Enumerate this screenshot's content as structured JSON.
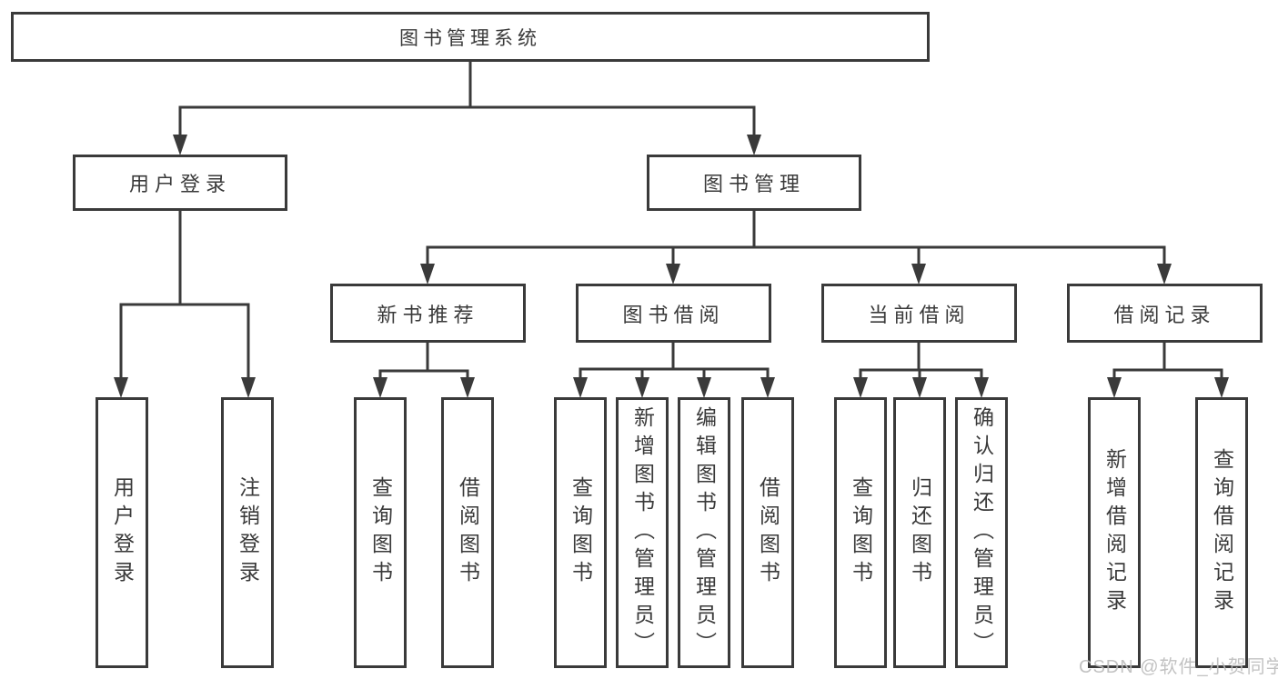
{
  "diagram": {
    "watermark": "CSDN @软件_小贺同学",
    "colors": {
      "line": "#3a3a3a",
      "text": "#3a3a3a",
      "background": "#ffffff",
      "watermark": "#bcbcbc"
    },
    "tree": {
      "root": {
        "label": "图书管理系统",
        "children": [
          {
            "label": "用户登录",
            "children": [
              {
                "label": "用户登录"
              },
              {
                "label": "注销登录"
              }
            ]
          },
          {
            "label": "图书管理",
            "children": [
              {
                "label": "新书推荐",
                "children": [
                  {
                    "label": "查询图书"
                  },
                  {
                    "label": "借阅图书"
                  }
                ]
              },
              {
                "label": "图书借阅",
                "children": [
                  {
                    "label": "查询图书"
                  },
                  {
                    "label": "新增图书（管理员）"
                  },
                  {
                    "label": "编辑图书（管理员）"
                  },
                  {
                    "label": "借阅图书"
                  }
                ]
              },
              {
                "label": "当前借阅",
                "children": [
                  {
                    "label": "查询图书"
                  },
                  {
                    "label": "归还图书"
                  },
                  {
                    "label": "确认归还（管理员）"
                  }
                ]
              },
              {
                "label": "借阅记录",
                "children": [
                  {
                    "label": "新增借阅记录"
                  },
                  {
                    "label": "查询借阅记录"
                  }
                ]
              }
            ]
          }
        ]
      }
    }
  }
}
